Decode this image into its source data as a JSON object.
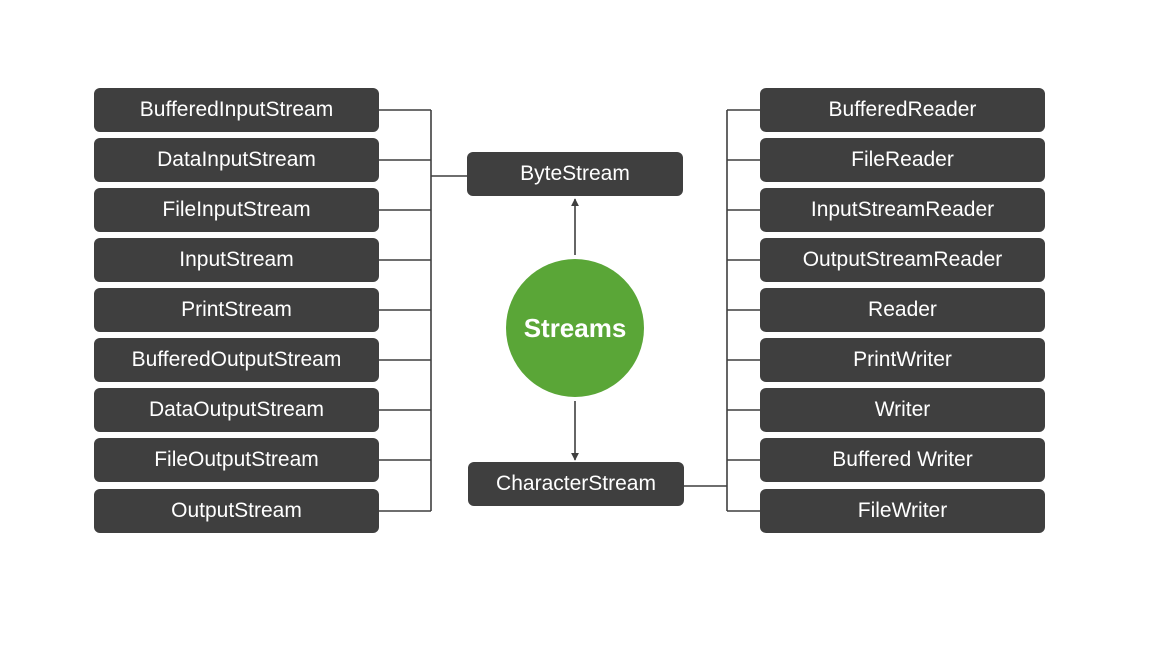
{
  "hub": {
    "label": "Streams"
  },
  "byte_stream": {
    "label": "ByteStream",
    "classes": [
      "BufferedInputStream",
      "DataInputStream",
      "FileInputStream",
      "InputStream",
      "PrintStream",
      "BufferedOutputStream",
      "DataOutputStream",
      "FileOutputStream",
      "OutputStream"
    ]
  },
  "character_stream": {
    "label": "CharacterStream",
    "classes": [
      "BufferedReader",
      "FileReader",
      "InputStreamReader",
      "OutputStreamReader",
      "Reader",
      "PrintWriter",
      "Writer",
      "Buffered Writer",
      "FileWriter"
    ]
  },
  "colors": {
    "box_fill": "#3f3f3f",
    "box_text": "#ffffff",
    "hub_fill": "#5aa637",
    "connector": "#3f3f3f"
  }
}
